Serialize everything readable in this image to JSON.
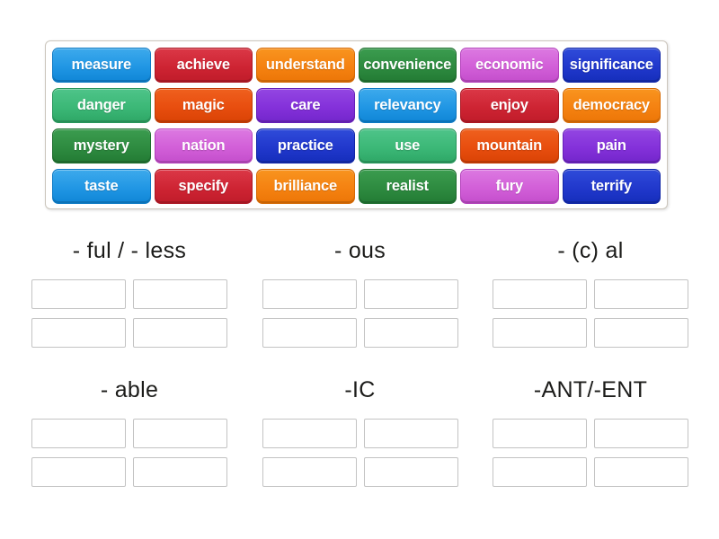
{
  "colors": {
    "blue": {
      "top": "#3DAAEC",
      "base": "#2196E4",
      "bottom": "#0F86D6",
      "border": "#0D7AC4"
    },
    "crimson": {
      "top": "#DB3847",
      "base": "#CE2433",
      "bottom": "#C01C2A",
      "border": "#AC1622"
    },
    "orange": {
      "top": "#F8941F",
      "base": "#F58211",
      "bottom": "#EC7607",
      "border": "#D66A04"
    },
    "darkgreen": {
      "top": "#3B9C4F",
      "base": "#2E8B40",
      "bottom": "#237B34",
      "border": "#1E6E2E"
    },
    "orchid": {
      "top": "#DC79E1",
      "base": "#D25FD8",
      "bottom": "#C44ECC",
      "border": "#B33FBB"
    },
    "royal": {
      "top": "#2F4BD9",
      "base": "#2138CC",
      "bottom": "#152EBB",
      "border": "#1026A6"
    },
    "emerald": {
      "top": "#4EC489",
      "base": "#3CB877",
      "bottom": "#2EA766",
      "border": "#27965B"
    },
    "vermillion": {
      "top": "#EF601E",
      "base": "#E84E0F",
      "bottom": "#D94305",
      "border": "#C23B04"
    },
    "purple": {
      "top": "#9346E2",
      "base": "#8431DA",
      "bottom": "#7326CB",
      "border": "#651FB8"
    }
  },
  "board": {
    "tiles": [
      {
        "label": "measure",
        "color": "blue"
      },
      {
        "label": "achieve",
        "color": "crimson"
      },
      {
        "label": "understand",
        "color": "orange"
      },
      {
        "label": "convenience",
        "color": "darkgreen"
      },
      {
        "label": "economic",
        "color": "orchid"
      },
      {
        "label": "significance",
        "color": "royal"
      },
      {
        "label": "danger",
        "color": "emerald"
      },
      {
        "label": "magic",
        "color": "vermillion"
      },
      {
        "label": "care",
        "color": "purple"
      },
      {
        "label": "relevancy",
        "color": "blue"
      },
      {
        "label": "enjoy",
        "color": "crimson"
      },
      {
        "label": "democracy",
        "color": "orange"
      },
      {
        "label": "mystery",
        "color": "darkgreen"
      },
      {
        "label": "nation",
        "color": "orchid"
      },
      {
        "label": "practice",
        "color": "royal"
      },
      {
        "label": "use",
        "color": "emerald"
      },
      {
        "label": "mountain",
        "color": "vermillion"
      },
      {
        "label": "pain",
        "color": "purple"
      },
      {
        "label": "taste",
        "color": "blue"
      },
      {
        "label": "specify",
        "color": "crimson"
      },
      {
        "label": "brilliance",
        "color": "orange"
      },
      {
        "label": "realist",
        "color": "darkgreen"
      },
      {
        "label": "fury",
        "color": "orchid"
      },
      {
        "label": "terrify",
        "color": "royal"
      }
    ]
  },
  "categories": [
    {
      "label": "- ful / - less",
      "slots": 4
    },
    {
      "label": "- ous",
      "slots": 4
    },
    {
      "label": "- (c) al",
      "slots": 4
    },
    {
      "label": "- able",
      "slots": 4
    },
    {
      "label": "-IC",
      "slots": 4
    },
    {
      "label": "-ANT/-ENT",
      "slots": 4
    }
  ]
}
